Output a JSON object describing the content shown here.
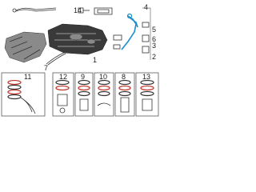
{
  "callouts": {
    "c1": "1",
    "c2": "2",
    "c3": "3",
    "c4": "4",
    "c5": "5",
    "c6": "6",
    "c7": "7",
    "c8": "8",
    "c9": "9",
    "c10": "10",
    "c11": "11",
    "c12": "12",
    "c13": "13",
    "c14": "14"
  },
  "colors": {
    "highlight": "#1a8fc9",
    "seal": "#c0392b"
  }
}
